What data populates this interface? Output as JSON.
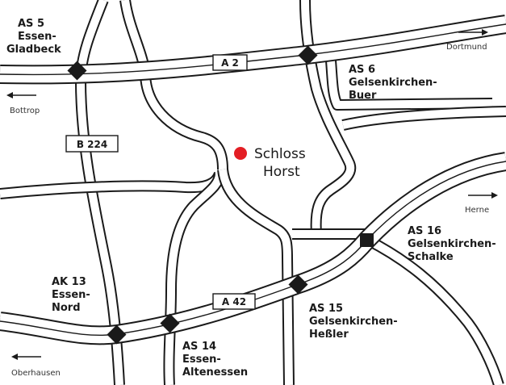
{
  "map": {
    "colors": {
      "road": "#1a1a1a",
      "background": "#ffffff",
      "poi": "#e31e24"
    },
    "poi": {
      "line1": "Schloss",
      "line2": "Horst"
    },
    "shields": {
      "a2": "A 2",
      "b224": "B 224",
      "a42": "A 42"
    },
    "exits": {
      "as5": [
        "AS 5",
        "Essen-",
        "Gladbeck"
      ],
      "as6": [
        "AS 6",
        "Gelsenkirchen-",
        "Buer"
      ],
      "as16": [
        "AS 16",
        "Gelsenkirchen-",
        "Schalke"
      ],
      "ak13": [
        "AK 13",
        "Essen-",
        "Nord"
      ],
      "as15": [
        "AS 15",
        "Gelsenkirchen-",
        "Heßler"
      ],
      "as14": [
        "AS 14",
        "Essen-",
        "Altenessen"
      ]
    },
    "directions": {
      "dortmund": "Dortmund",
      "bottrop": "Bottrop",
      "herne": "Herne",
      "oberhausen": "Oberhausen"
    }
  }
}
